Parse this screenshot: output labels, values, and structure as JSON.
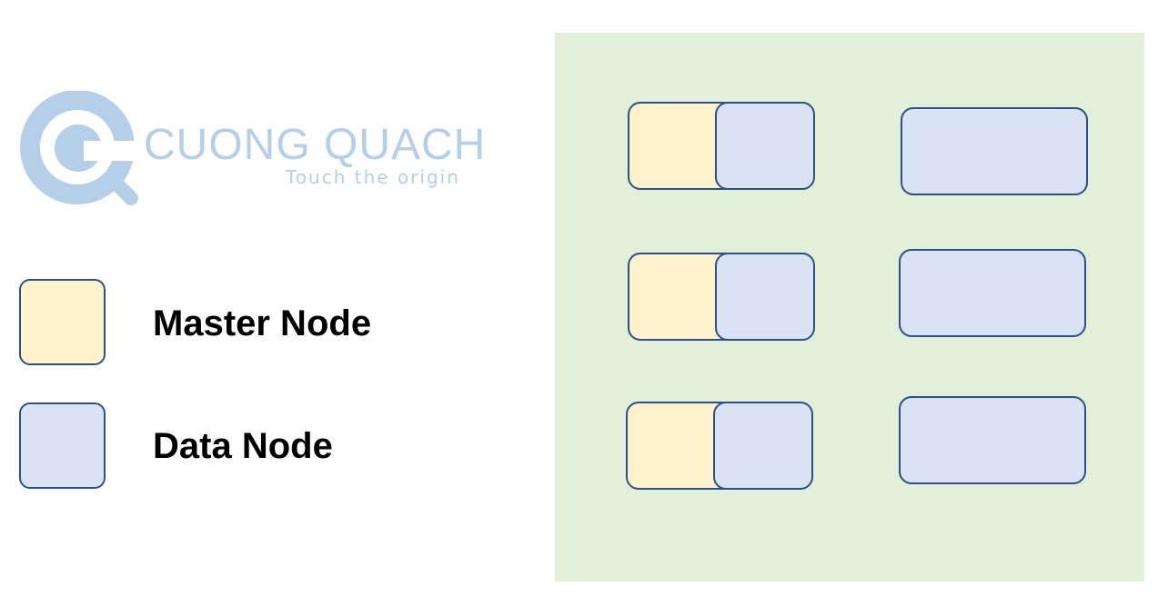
{
  "logo": {
    "name": "CUONG QUACH",
    "tagline": "Touch the origin",
    "icon": "magnifier-c-icon"
  },
  "legend": [
    {
      "label": "Master Node",
      "role": "master"
    },
    {
      "label": "Data Node",
      "role": "data"
    }
  ],
  "colors": {
    "master": "#fdf2cc",
    "data": "#dae3f3",
    "border": "#2f4e8c",
    "cluster_bg": "#e2efd9",
    "logo": "#b5cfe9"
  },
  "cluster": {
    "rows": [
      [
        "master+data",
        "data"
      ],
      [
        "master+data",
        "data"
      ],
      [
        "master+data",
        "data"
      ]
    ]
  }
}
